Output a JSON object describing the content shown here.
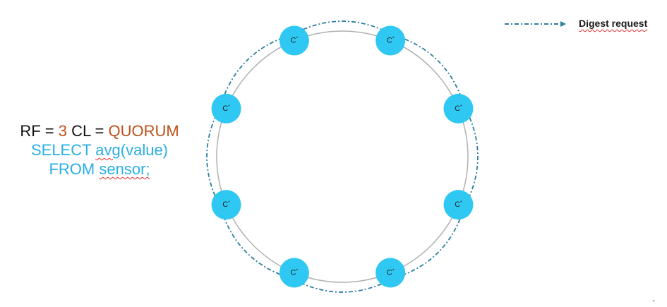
{
  "query": {
    "rf_label": "RF = ",
    "rf_value": "3",
    "cl_label": " CL = ",
    "cl_value": "QUORUM",
    "line2_prefix": "SELECT ",
    "line2_fn": "avg",
    "line2_suffix": "(value)",
    "line3_prefix": "FROM ",
    "line3_table": "sensor;"
  },
  "legend": {
    "label": "Digest request"
  },
  "ring": {
    "node_label": "C*",
    "node_count": 8
  },
  "colors": {
    "node_fill": "#2fc8f3",
    "arrow": "#2b7fa0",
    "ring": "#b0b0b0",
    "text_black": "#111111",
    "text_orange": "#c0501a",
    "text_blue": "#29aee8"
  }
}
